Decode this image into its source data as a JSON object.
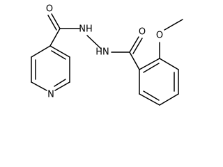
{
  "molecule": {
    "labels": {
      "o_carbonyl_left": "O",
      "nh_top": "NH",
      "nh_bottom": "HN",
      "o_carbonyl_right": "O",
      "o_methoxy": "O",
      "n_pyridine": "N"
    }
  }
}
